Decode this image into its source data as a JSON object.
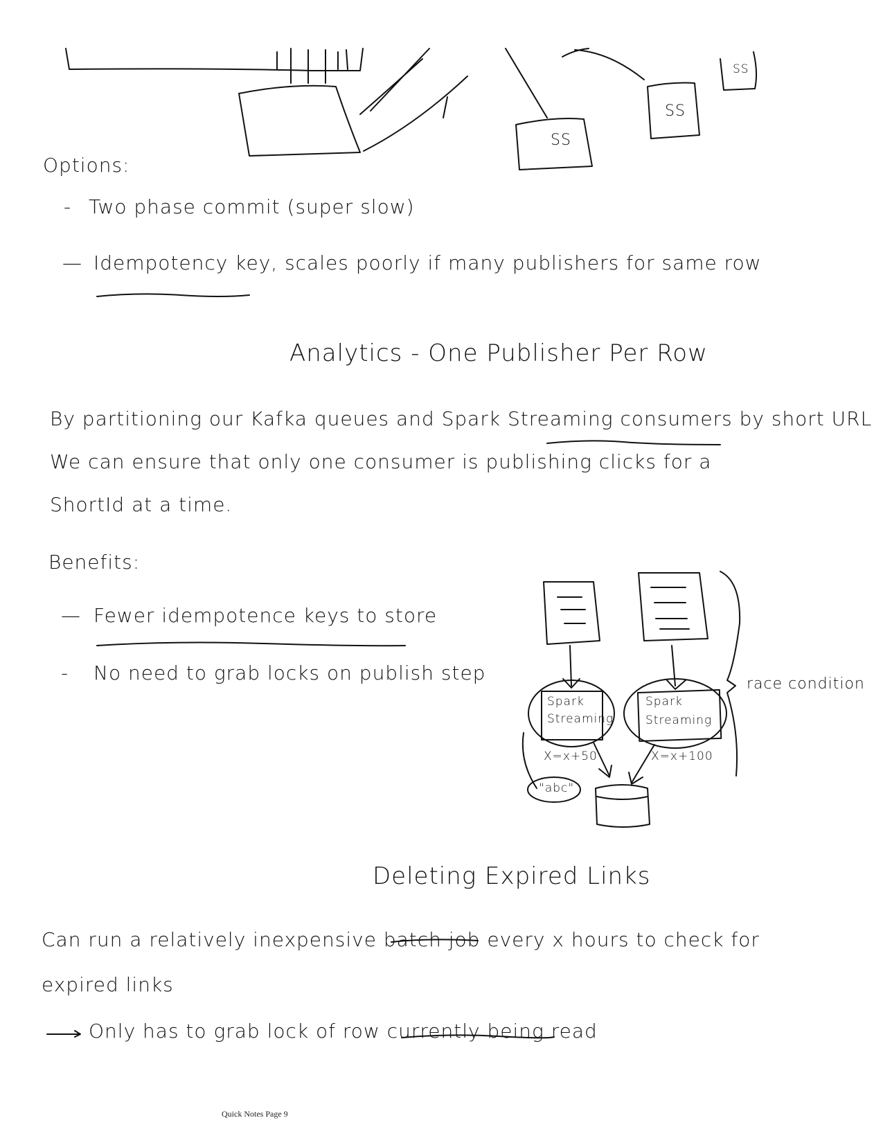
{
  "top_diagram": {
    "labels": [
      "SS",
      "SS",
      "SS"
    ]
  },
  "options": {
    "heading": "Options:",
    "items": [
      {
        "bullet": "-",
        "text": "Two phase commit (super slow)"
      },
      {
        "bullet": "—",
        "text": "Idempotency key, scales poorly if many publishers for same row"
      }
    ]
  },
  "analytics": {
    "title": "Analytics - One Publisher Per Row",
    "paragraph": [
      "By partitioning our Kafka queues and Spark Streaming consumers by short URL",
      "We can ensure that only one consumer is publishing clicks for a",
      "ShortId at a time."
    ],
    "benefits_heading": "Benefits:",
    "benefits": [
      {
        "bullet": "—",
        "text": "Fewer idempotence keys to store"
      },
      {
        "bullet": "-",
        "text": "No need to grab locks on publish step"
      }
    ],
    "diagram": {
      "consumer_left": [
        "Spark",
        "Streaming"
      ],
      "consumer_right": [
        "Spark",
        "Streaming"
      ],
      "op_left": "X=x+50",
      "op_right": "X=x+100",
      "cache_label": "\"abc\"",
      "annotation": "race condition"
    }
  },
  "deleting": {
    "title": "Deleting Expired Links",
    "paragraph": [
      "Can run a relatively inexpensive batch job every x hours to check for",
      "expired links"
    ],
    "arrow_note": "Only has to grab lock of row currently being read"
  },
  "footer": {
    "page_label": "Quick Notes Page 9"
  }
}
